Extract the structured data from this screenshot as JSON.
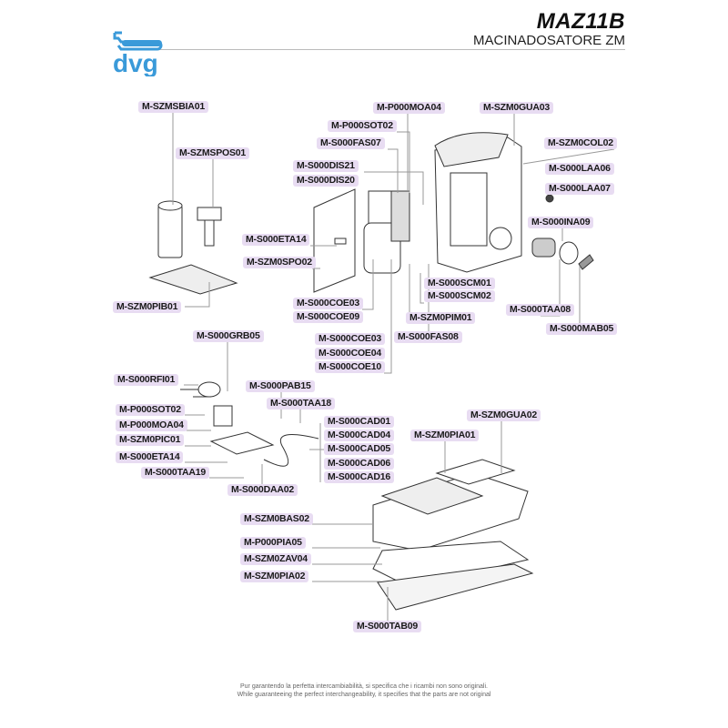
{
  "header": {
    "model": "MAZ11B",
    "name": "MACINADOSATORE ZM",
    "logo_text": "dvg"
  },
  "parts": [
    "M-SZMSBIA01",
    "M-SZMSPOS01",
    "M-SZM0PIB01",
    "M-P000MOA04",
    "M-SZM0GUA03",
    "M-P000SOT02",
    "M-S000FAS07",
    "M-SZM0COL02",
    "M-S000DIS21",
    "M-S000DIS20",
    "M-S000LAA06",
    "M-S000LAA07",
    "M-S000INA09",
    "M-S000ETA14",
    "M-SZM0SPO02",
    "M-S000SCM01",
    "M-S000SCM02",
    "M-S000TAA08",
    "M-S000COE03",
    "M-S000COE09",
    "M-SZM0PIM01",
    "M-S000MAB05",
    "M-S000COE03",
    "M-S000COE04",
    "M-S000COE10",
    "M-S000FAS08",
    "M-S000GRB05",
    "M-S000RFI01",
    "M-S000PAB15",
    "M-S000TAA18",
    "M-P000SOT02",
    "M-P000MOA04",
    "M-SZM0PIC01",
    "M-S000ETA14",
    "M-S000TAA19",
    "M-S000DAA02",
    "M-S000CAD01",
    "M-S000CAD04",
    "M-S000CAD05",
    "M-S000CAD06",
    "M-S000CAD16",
    "M-SZM0GUA02",
    "M-SZM0PIA01",
    "M-SZM0BAS02",
    "M-P000PIA05",
    "M-SZM0ZAV04",
    "M-SZM0PIA02",
    "M-S000TAB09"
  ],
  "footer": {
    "line_it": "Pur garantendo la perfetta intercambiabilità, si specifica che i ricambi non sono originali.",
    "line_en": "While guaranteeing the perfect interchangeability, it specifies that the parts are not original"
  },
  "colors": {
    "label_bg": "#e8dcf2",
    "logo": "#3a9ad9"
  }
}
